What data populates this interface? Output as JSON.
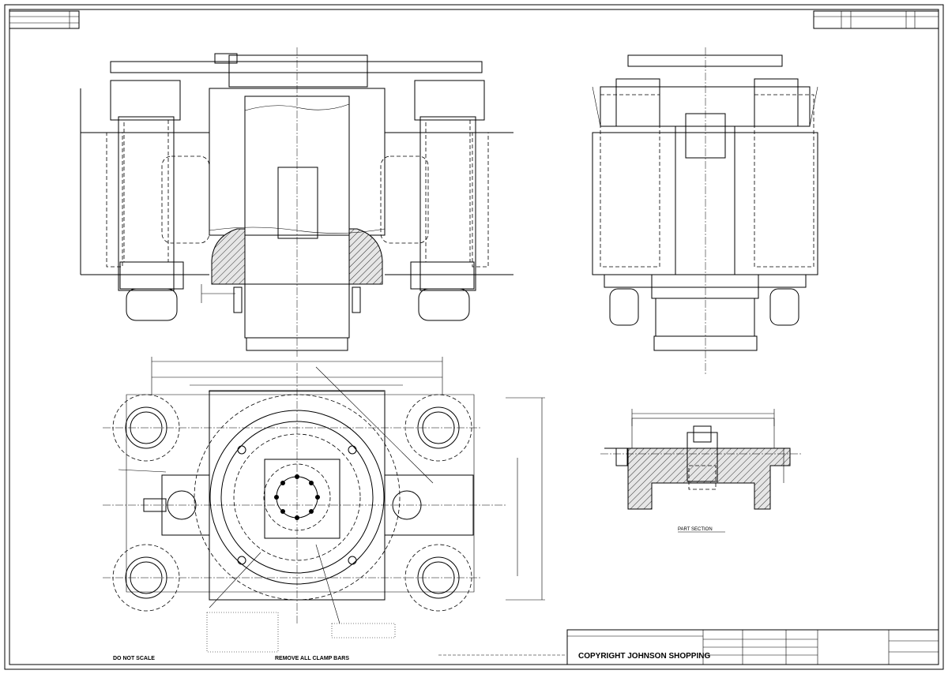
{
  "drawing": {
    "notes": {
      "do_not_scale": "DO NOT SCALE",
      "remove_clamp_bars": "REMOVE ALL CLAMP BARS",
      "part_section": "PART SECTION"
    },
    "title_block": {
      "copyright": "COPYRIGHT JOHNSON SHOPPING"
    }
  },
  "colors": {
    "ink": "#000000",
    "paper": "#ffffff"
  }
}
